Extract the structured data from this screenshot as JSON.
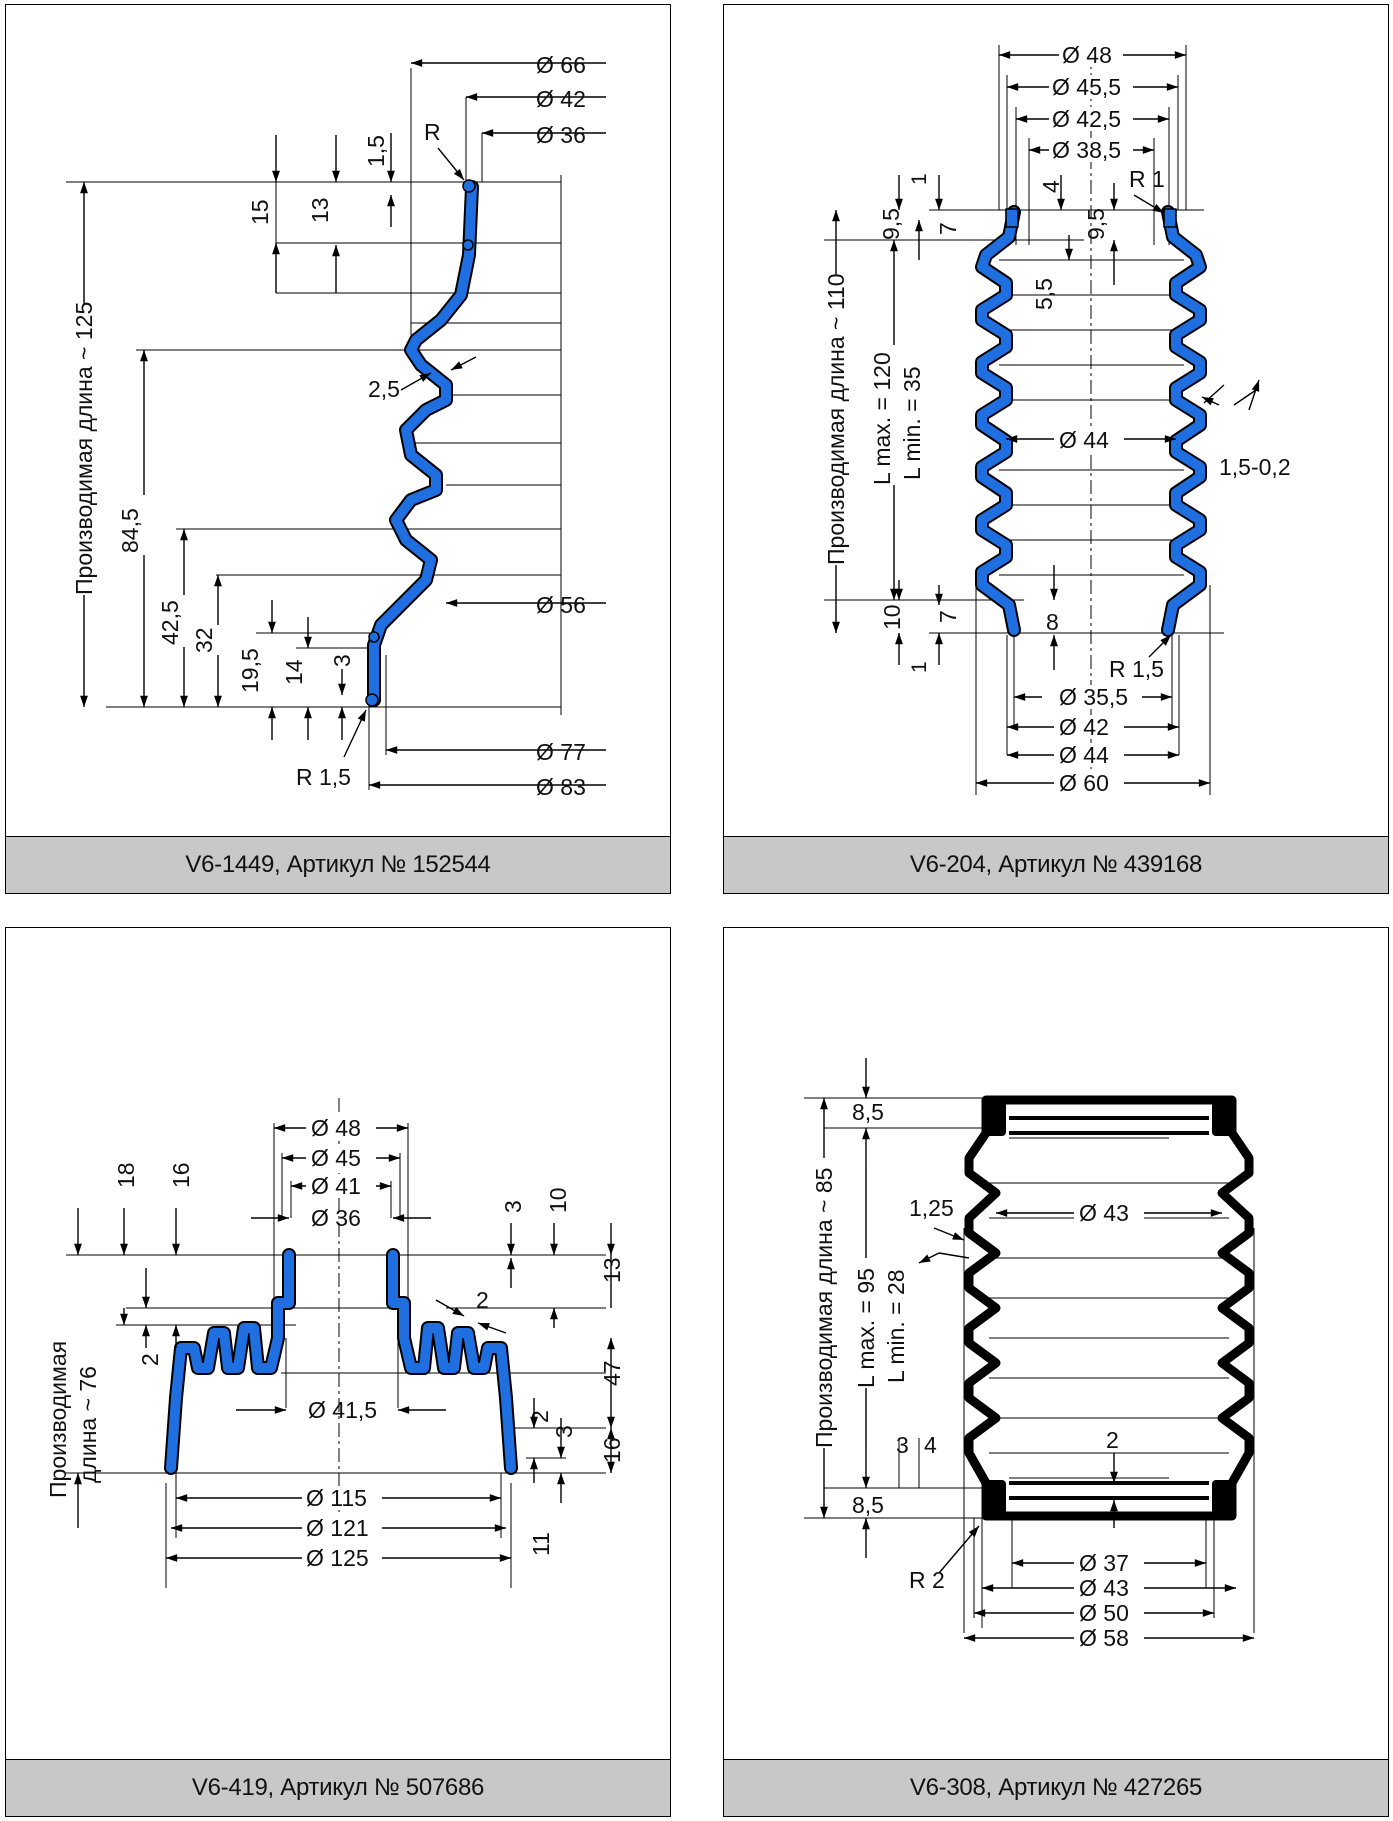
{
  "colors": {
    "boot_fill": "#1f6fe0",
    "caption_bg": "#c8c8c8",
    "frame": "#000000"
  },
  "panels": [
    {
      "caption": "V6-1449, Артикул № 152544",
      "labels": {
        "d66": "Ø 66",
        "d42": "Ø 42",
        "d36": "Ø 36",
        "d56": "Ø 56",
        "d77": "Ø 77",
        "d83": "Ø 83",
        "r": "R",
        "r15": "R 1,5",
        "t25": "2,5",
        "v15a": "1,5",
        "v15": "15",
        "v13": "13",
        "len": "Производимая длина ~ 125",
        "v845": "84,5",
        "v425": "42,5",
        "v32": "32",
        "v195": "19,5",
        "v14": "14",
        "v3": "3"
      }
    },
    {
      "caption": "V6-204, Артикул № 439168",
      "labels": {
        "d48": "Ø 48",
        "d455": "Ø 45,5",
        "d425": "Ø 42,5",
        "d385": "Ø 38,5",
        "v4": "4",
        "r1": "R 1",
        "v1a": "1",
        "v95a": "9,5",
        "v7a": "7",
        "v95b": "9,5",
        "v55": "5,5",
        "len": "Производимая длина ~ 110",
        "lmax": "L max. = 120",
        "lmin": "L min. = 35",
        "d44i": "Ø 44",
        "t": "1,5-0,2",
        "v10": "10",
        "v7b": "7",
        "v1b": "1",
        "v8": "8",
        "r15": "R 1,5",
        "d355": "Ø 35,5",
        "d42": "Ø 42",
        "d44": "Ø 44",
        "d60": "Ø 60"
      }
    },
    {
      "caption": "V6-419, Артикул № 507686",
      "labels": {
        "d48": "Ø 48",
        "d45": "Ø 45",
        "d41": "Ø 41",
        "d36": "Ø 36",
        "v18": "18",
        "v16a": "16",
        "v3a": "3",
        "v10": "10",
        "v13": "13",
        "v47": "47",
        "t2a": "2",
        "v2b": "2",
        "len1": "Производимая",
        "len2": "длина ~ 76",
        "d415": "Ø 41,5",
        "v2c": "2",
        "v3b": "3",
        "v16b": "16",
        "v11": "11",
        "d115": "Ø 115",
        "d121": "Ø 121",
        "d125": "Ø 125"
      }
    },
    {
      "caption": "V6-308, Артикул № 427265",
      "labels": {
        "v85a": "8,5",
        "t125": "1,25",
        "d43i": "Ø 43",
        "len": "Производимая длина ~ 85",
        "lmax": "L max. = 95",
        "lmin": "L min. = 28",
        "v3": "3",
        "v4": "4",
        "v2": "2",
        "v85b": "8,5",
        "r2": "R 2",
        "d37": "Ø 37",
        "d43": "Ø 43",
        "d50": "Ø 50",
        "d58": "Ø 58"
      }
    }
  ]
}
